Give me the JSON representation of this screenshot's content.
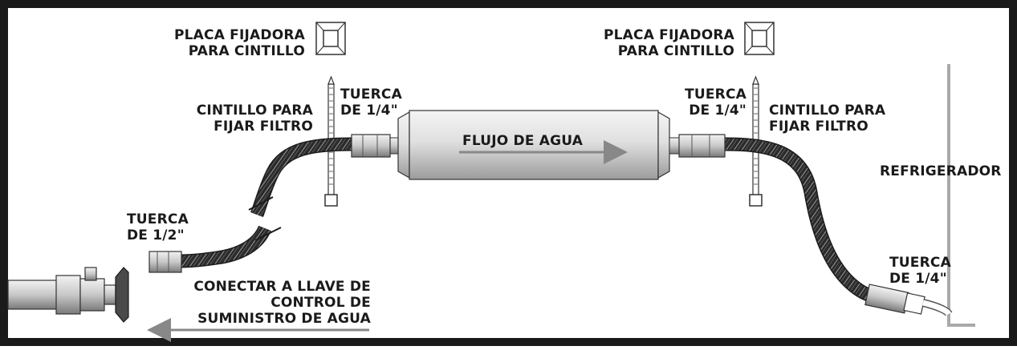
{
  "colors": {
    "frame": "#1a1a1a",
    "hose_dark": "#2b2b2b",
    "hose_light": "#8a8a8a",
    "fitting": "#cfcfcf",
    "filter_body": "#dcdcdc",
    "arrow": "#888888",
    "wall": "#a9a9a9"
  },
  "labels": {
    "plate_left": [
      "PLACA FIJADORA",
      "PARA CINTILLO"
    ],
    "plate_right": [
      "PLACA FIJADORA",
      "PARA CINTILLO"
    ],
    "strap_left": [
      "CINTILLO PARA",
      "FIJAR FILTRO"
    ],
    "strap_right": [
      "CINTILLO PARA",
      "FIJAR FILTRO"
    ],
    "nut_left_quarter": [
      "TUERCA",
      "DE 1/4\""
    ],
    "nut_right_quarter": [
      "TUERCA",
      "DE 1/4\""
    ],
    "nut_half": [
      "TUERCA",
      "DE 1/2\""
    ],
    "nut_fridge": [
      "TUERCA",
      "DE 1/4\""
    ],
    "water_flow": "FLUJO DE AGUA",
    "refrigerator": "REFRIGERADOR",
    "connect_valve": [
      "CONECTAR A LLAVE DE",
      "CONTROL DE",
      "SUMINISTRO DE AGUA"
    ]
  },
  "icons": {
    "plate": "mounting-plate-icon",
    "strap": "cable-tie-icon",
    "valve": "shutoff-valve-icon",
    "filter": "water-filter-icon",
    "arrow": "arrow-icon"
  }
}
